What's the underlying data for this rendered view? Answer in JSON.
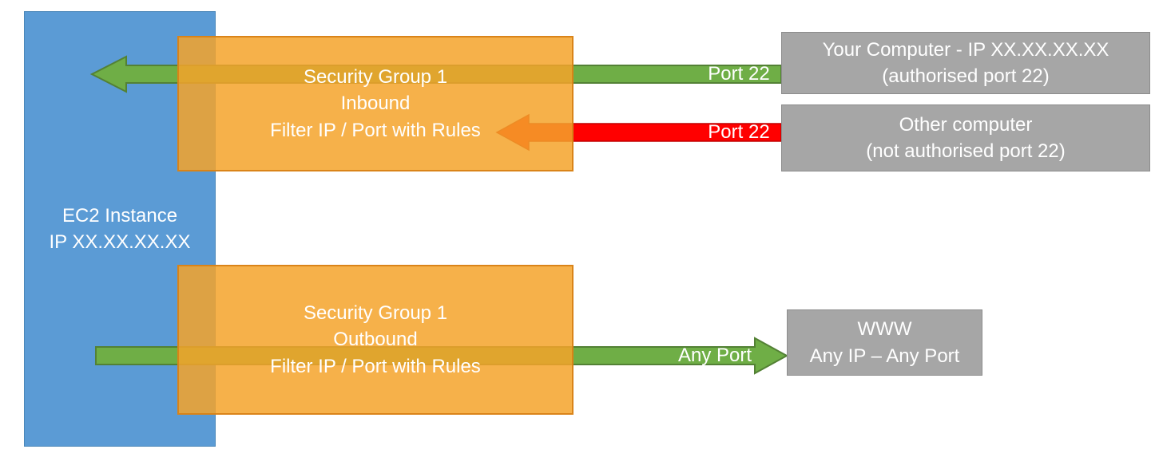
{
  "diagram": {
    "ec2": {
      "line1": "EC2 Instance",
      "line2": "IP XX.XX.XX.XX"
    },
    "sg_inbound": {
      "line1": "Security Group 1",
      "line2": "Inbound",
      "line3": "Filter IP / Port with Rules"
    },
    "sg_outbound": {
      "line1": "Security Group 1",
      "line2": "Outbound",
      "line3": "Filter IP / Port with Rules"
    },
    "your_computer": {
      "line1": "Your Computer - IP XX.XX.XX.XX",
      "line2": "(authorised port 22)"
    },
    "other_computer": {
      "line1": "Other computer",
      "line2": "(not authorised port 22)"
    },
    "www": {
      "line1": "WWW",
      "line2": "Any IP – Any Port"
    },
    "labels": {
      "inbound_allowed": "Port 22",
      "inbound_denied": "Port 22",
      "outbound": "Any Port"
    },
    "colors": {
      "ec2_blue": "#5B9BD5",
      "sg_orange": "#F4A32A",
      "gray_box": "#A6A6A6",
      "arrow_green": "#6FAE46",
      "arrow_green_stroke": "#538135",
      "arrow_red": "#FF0000",
      "arrow_red_stroke": "#C00000"
    }
  }
}
